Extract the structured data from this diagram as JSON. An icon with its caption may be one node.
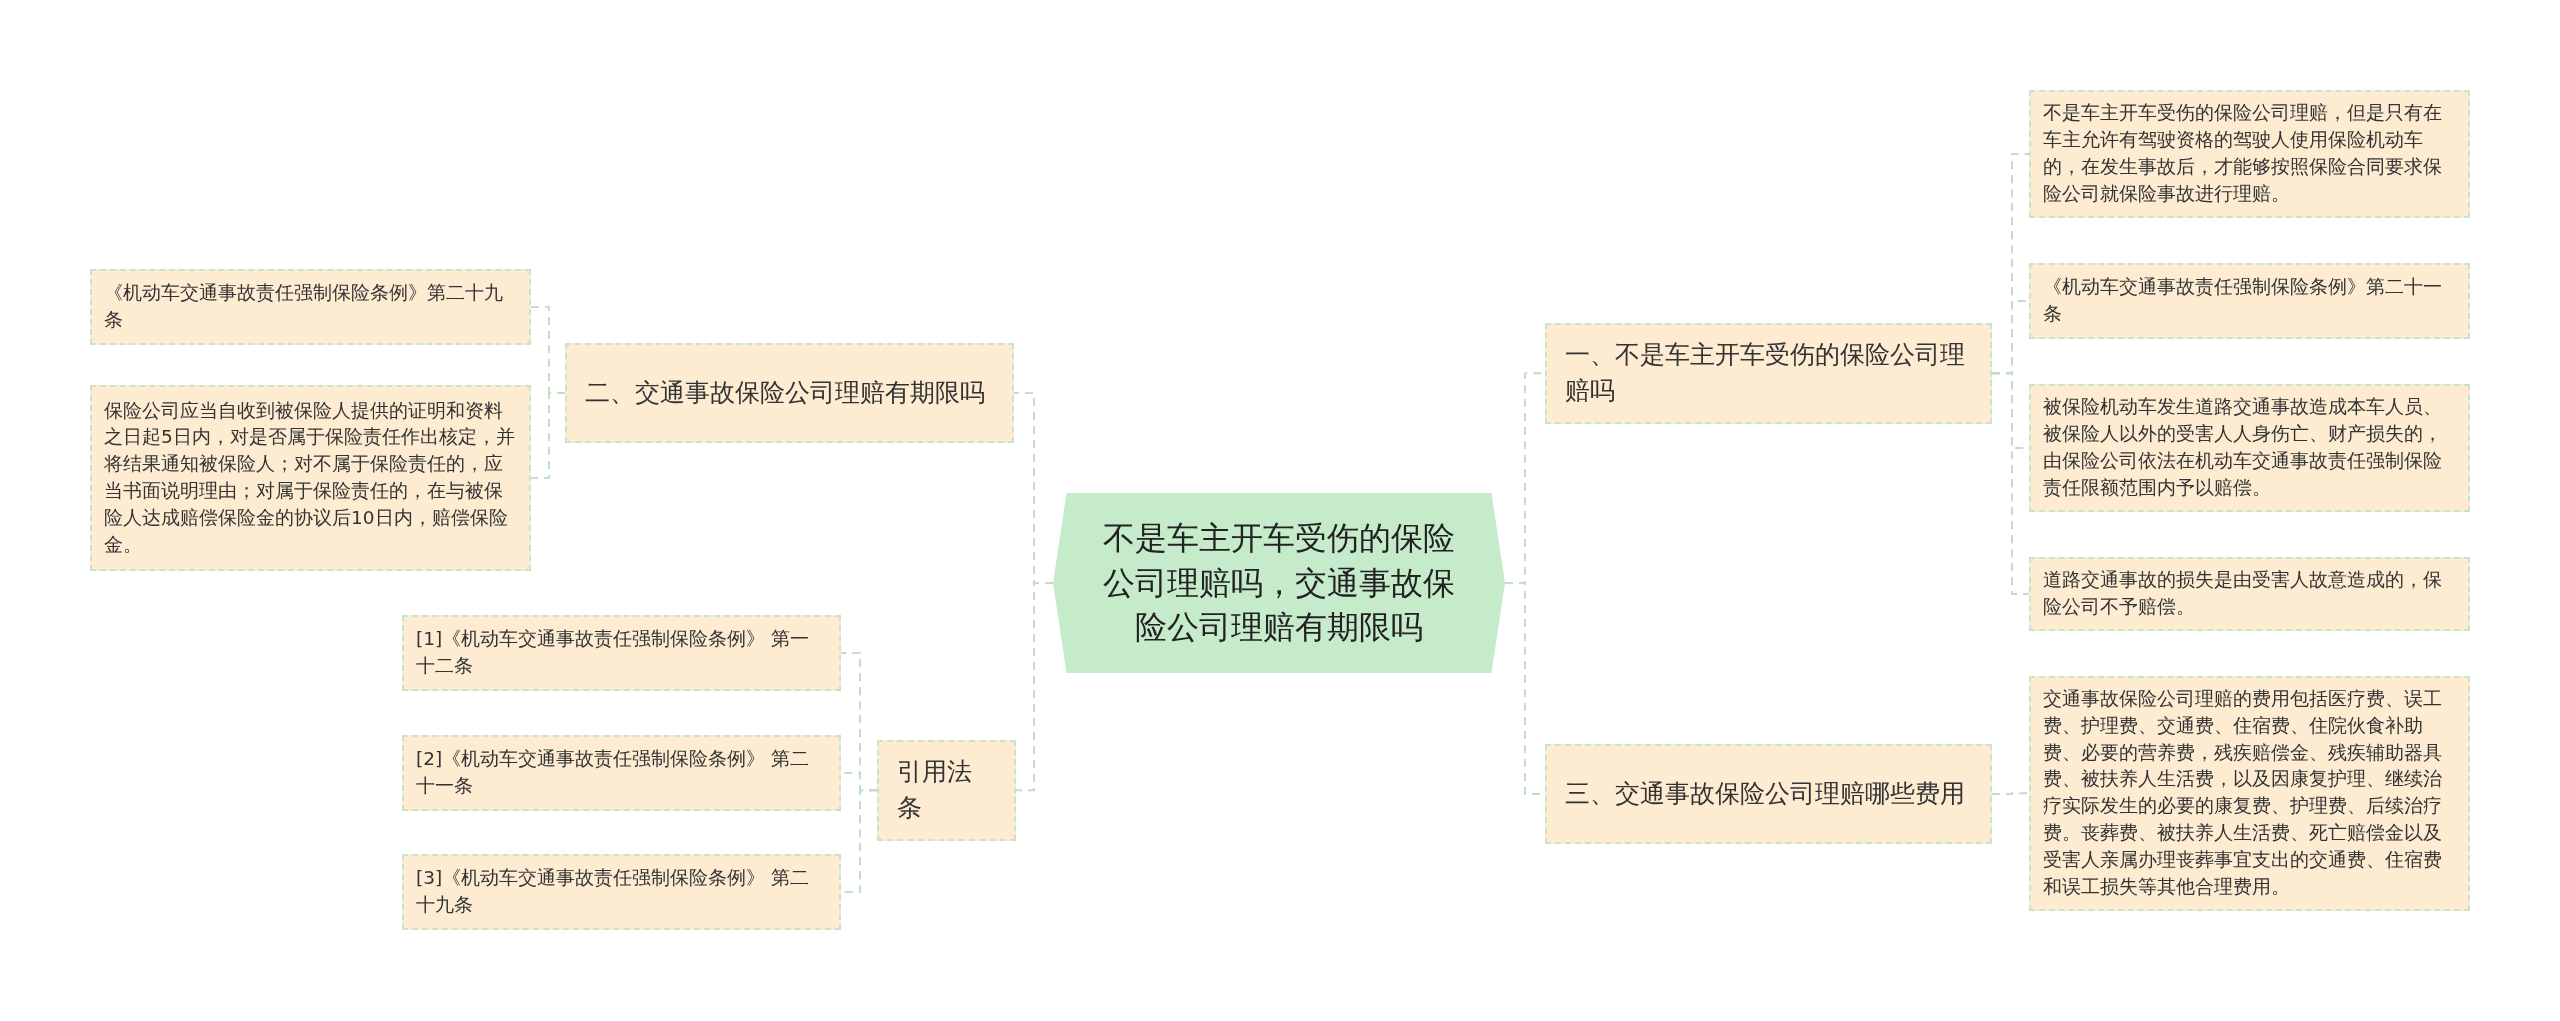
{
  "diagram": {
    "nodes": [
      {
        "text": [
          "不是车主开车受伤的保险公司理赔吗，交通事故保险公司理赔有期限吗"
        ]
      },
      {
        "text": [
          "二、交通事故保险公司理赔有期限吗"
        ]
      },
      {
        "text": [
          "《机动车交通事故责任强制保险条例》第二十九条"
        ]
      },
      {
        "text": [
          "保险公司应当自收到被保险人提供的证明和资料之日起5日内，对是否属于保险责任作出核定，并将结果通知被保险人；对不属于保险责任的，应当书面说明理由；对属于保险责任的，在与被保险人达成赔偿保险金的协议后10日内，赔偿保险金。"
        ]
      },
      {
        "text": [
          "引用法条"
        ]
      },
      {
        "text": [
          "[1]《机动车交通事故责任强制保险条例》 第一十二条"
        ]
      },
      {
        "text": [
          "[2]《机动车交通事故责任强制保险条例》 第二十一条"
        ]
      },
      {
        "text": [
          "[3]《机动车交通事故责任强制保险条例》 第二十九条"
        ]
      },
      {
        "text": [
          "一、不是车主开车受伤的保险公司理赔吗"
        ]
      },
      {
        "text": [
          "不是车主开车受伤的保险公司理赔，但是只有在车主允许有驾驶资格的驾驶人使用保险机动车的，在发生事故后，才能够按照保险合同要求保险公司就保险事故进行理赔。"
        ]
      },
      {
        "text": [
          "《机动车交通事故责任强制保险条例》第二十一条"
        ]
      },
      {
        "text": [
          "被保险机动车发生道路交通事故造成本车人员、被保险人以外的受害人人身伤亡、财产损失的，由保险公司依法在机动车交通事故责任强制保险责任限额范围内予以赔偿。"
        ]
      },
      {
        "text": [
          "道路交通事故的损失是由受害人故意造成的，保险公司不予赔偿。"
        ]
      },
      {
        "text": [
          "三、交通事故保险公司理赔哪些费用"
        ]
      },
      {
        "text": [
          "交通事故保险公司理赔的费用包括医疗费、误工费、护理费、交通费、住宿费、住院伙食补助费、必要的营养费，残疾赔偿金、残疾辅助器具费、被扶养人生活费，以及因康复护理、继续治疗实际发生的必要的康复费、护理费、后续治疗费。丧葬费、被扶养人生活费、死亡赔偿金以及受害人亲属办理丧葬事宜支出的交通费、住宿费和误工损失等其他合理费用。"
        ]
      }
    ],
    "edges": [
      {
        "from": 0,
        "to": 1,
        "arrow": "none"
      },
      {
        "from": 1,
        "to": 2,
        "arrow": "none"
      },
      {
        "from": 1,
        "to": 3,
        "arrow": "none"
      },
      {
        "from": 0,
        "to": 4,
        "arrow": "none"
      },
      {
        "from": 4,
        "to": 5,
        "arrow": "none"
      },
      {
        "from": 4,
        "to": 6,
        "arrow": "none"
      },
      {
        "from": 4,
        "to": 7,
        "arrow": "none"
      },
      {
        "from": 0,
        "to": 8,
        "arrow": "none"
      },
      {
        "from": 8,
        "to": 9,
        "arrow": "none"
      },
      {
        "from": 8,
        "to": 10,
        "arrow": "none"
      },
      {
        "from": 8,
        "to": 11,
        "arrow": "none"
      },
      {
        "from": 8,
        "to": 12,
        "arrow": "none"
      },
      {
        "from": 0,
        "to": 13,
        "arrow": "none"
      },
      {
        "from": 13,
        "to": 14,
        "arrow": "none"
      }
    ]
  }
}
